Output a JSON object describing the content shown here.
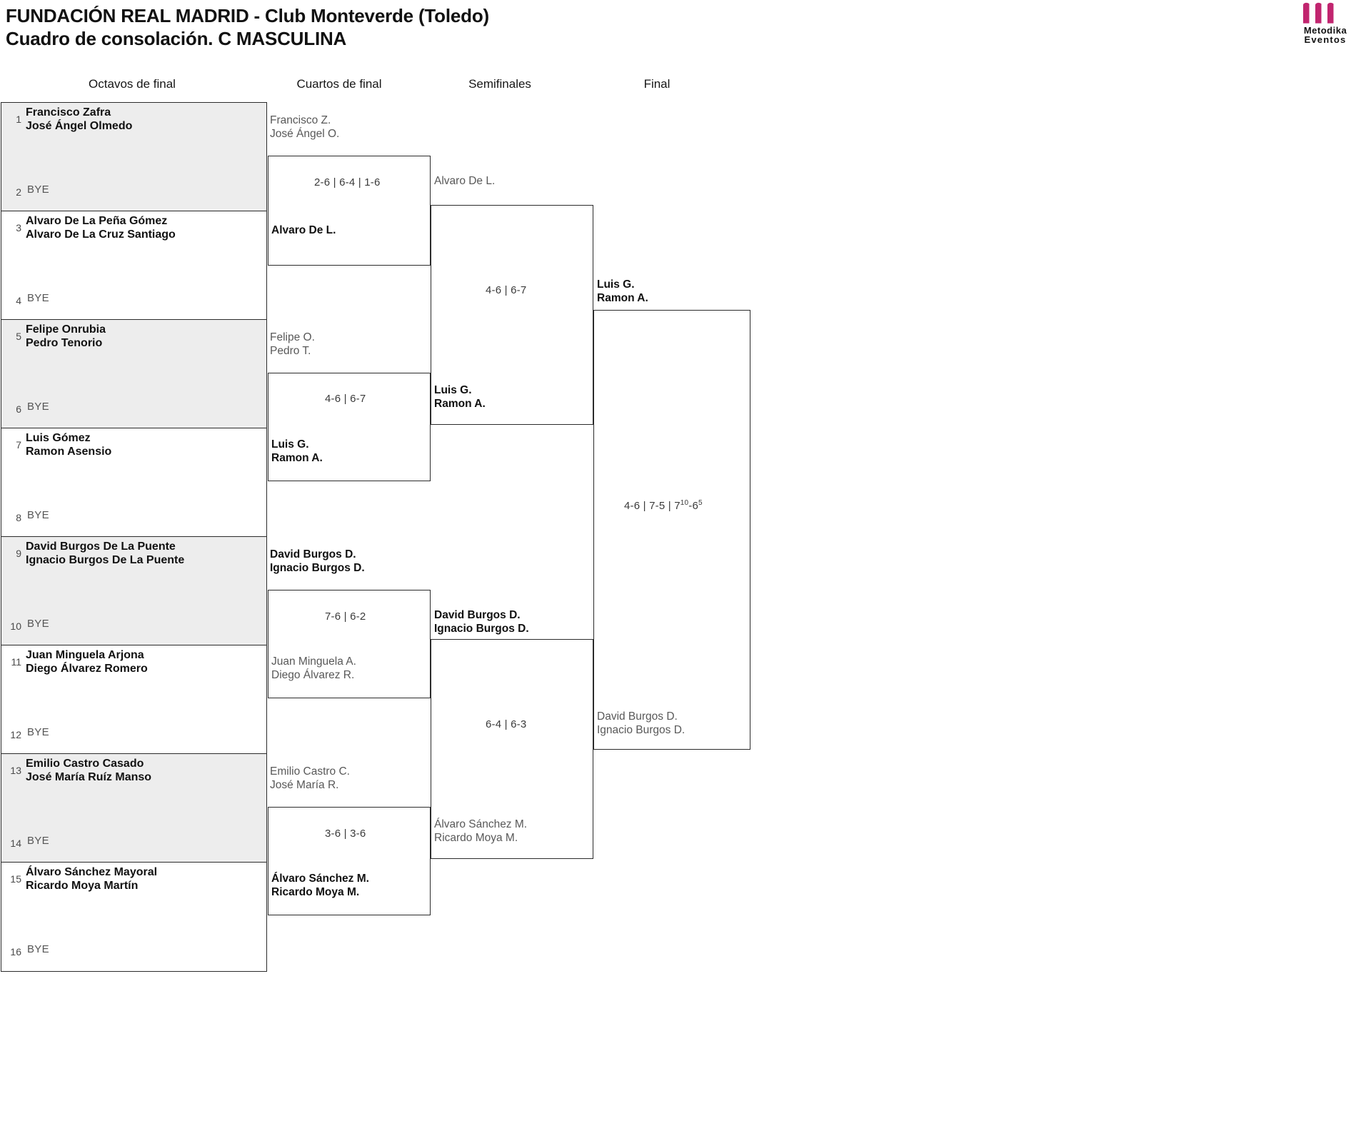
{
  "header": {
    "title_line1": "FUNDACIÓN REAL MADRID - Club Monteverde (Toledo)",
    "title_line2": "Cuadro de consolación. C MASCULINA"
  },
  "logo": {
    "name_line1": "Metodika",
    "name_line2": "Eventos",
    "mark_color": "#c1256f"
  },
  "rounds": [
    {
      "label": "Octavos de final"
    },
    {
      "label": "Cuartos de final"
    },
    {
      "label": "Semifinales"
    },
    {
      "label": "Final"
    }
  ],
  "round1": [
    {
      "seed_top": "1",
      "seed_bot": "2",
      "p1": "Francisco Zafra",
      "p2": "José Ángel Olmedo",
      "opponent": "BYE",
      "shaded": true
    },
    {
      "seed_top": "3",
      "seed_bot": "4",
      "p1": "Alvaro De La Peña Gómez",
      "p2": "Alvaro De La Cruz Santiago",
      "opponent": "BYE",
      "shaded": false
    },
    {
      "seed_top": "5",
      "seed_bot": "6",
      "p1": "Felipe Onrubia",
      "p2": "Pedro Tenorio",
      "opponent": "BYE",
      "shaded": true
    },
    {
      "seed_top": "7",
      "seed_bot": "8",
      "p1": "Luis Gómez",
      "p2": "Ramon Asensio",
      "opponent": "BYE",
      "shaded": false
    },
    {
      "seed_top": "9",
      "seed_bot": "10",
      "p1": "David Burgos De La Puente",
      "p2": "Ignacio Burgos De La Puente",
      "opponent": "BYE",
      "shaded": true
    },
    {
      "seed_top": "11",
      "seed_bot": "12",
      "p1": "Juan Minguela Arjona",
      "p2": "Diego Álvarez Romero",
      "opponent": "BYE",
      "shaded": false
    },
    {
      "seed_top": "13",
      "seed_bot": "14",
      "p1": "Emilio Castro Casado",
      "p2": "José María Ruíz Manso",
      "opponent": "BYE",
      "shaded": true
    },
    {
      "seed_top": "15",
      "seed_bot": "16",
      "p1": "Álvaro Sánchez Mayoral",
      "p2": "Ricardo Moya Martín",
      "opponent": "BYE",
      "shaded": false
    }
  ],
  "quarterfinals": [
    {
      "top_a": "Francisco Z.",
      "top_b": "José Ángel O.",
      "top_result": "lose",
      "score": "2-6 | 6-4 | 1-6",
      "bot_a": "Alvaro De L.",
      "bot_b": "",
      "bot_result": "win"
    },
    {
      "top_a": "Felipe O.",
      "top_b": "Pedro T.",
      "top_result": "lose",
      "score": "4-6 | 6-7",
      "bot_a": "Luis G.",
      "bot_b": "Ramon A.",
      "bot_result": "win"
    },
    {
      "top_a": "David Burgos D.",
      "top_b": "Ignacio Burgos D.",
      "top_result": "win",
      "score": "7-6 | 6-2",
      "bot_a": "Juan Minguela A.",
      "bot_b": "Diego Álvarez R.",
      "bot_result": "lose"
    },
    {
      "top_a": "Emilio Castro C.",
      "top_b": "José María R.",
      "top_result": "lose",
      "score": "3-6 | 3-6",
      "bot_a": "Álvaro Sánchez M.",
      "bot_b": "Ricardo Moya M.",
      "bot_result": "win"
    }
  ],
  "semifinals": [
    {
      "top_a": "Alvaro De L.",
      "top_b": "",
      "top_result": "lose",
      "score": "4-6 | 6-7",
      "bot_a": "Luis G.",
      "bot_b": "Ramon A.",
      "bot_result": "win"
    },
    {
      "top_a": "David Burgos D.",
      "top_b": "Ignacio Burgos D.",
      "top_result": "win",
      "score": "6-4 | 6-3",
      "bot_a": "Álvaro Sánchez M.",
      "bot_b": "Ricardo Moya M.",
      "bot_result": "lose"
    }
  ],
  "final": {
    "top_a": "Luis G.",
    "top_b": "Ramon A.",
    "top_result": "win",
    "score_prefix": "4-6 | 7-5 | 7",
    "score_sup1": "10",
    "score_mid": "-6",
    "score_sup2": "5",
    "bot_a": "David Burgos D.",
    "bot_b": "Ignacio Burgos D.",
    "bot_result": "lose"
  }
}
